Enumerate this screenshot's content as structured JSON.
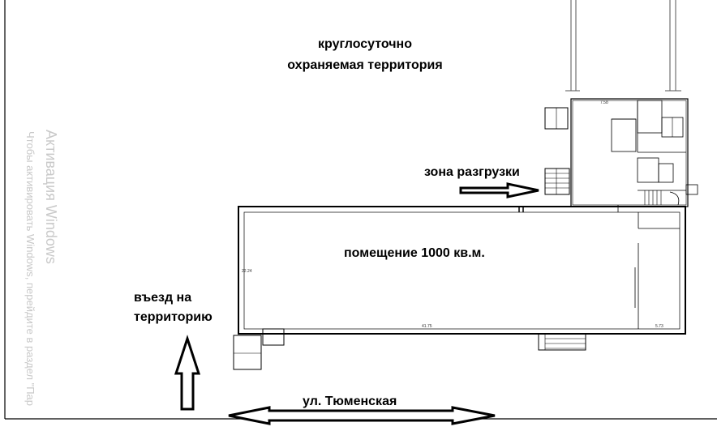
{
  "labels": {
    "territory_line1": "круглосуточно",
    "territory_line2": "охраняемая территория",
    "unloading_zone": "зона разгрузки",
    "premises": "помещение 1000 кв.м.",
    "entry_line1": "въезд на",
    "entry_line2": "территорию",
    "street": "ул. Тюменская"
  },
  "watermark": {
    "line1": "Активация Windows",
    "line2": "Чтобы активировать Windows, перейдите в раздел \"Пар"
  },
  "dimension_marks": {
    "main_width_left": "41.75",
    "main_width_right": "5.73",
    "main_height": "22.24",
    "annex_top": "7.58"
  }
}
